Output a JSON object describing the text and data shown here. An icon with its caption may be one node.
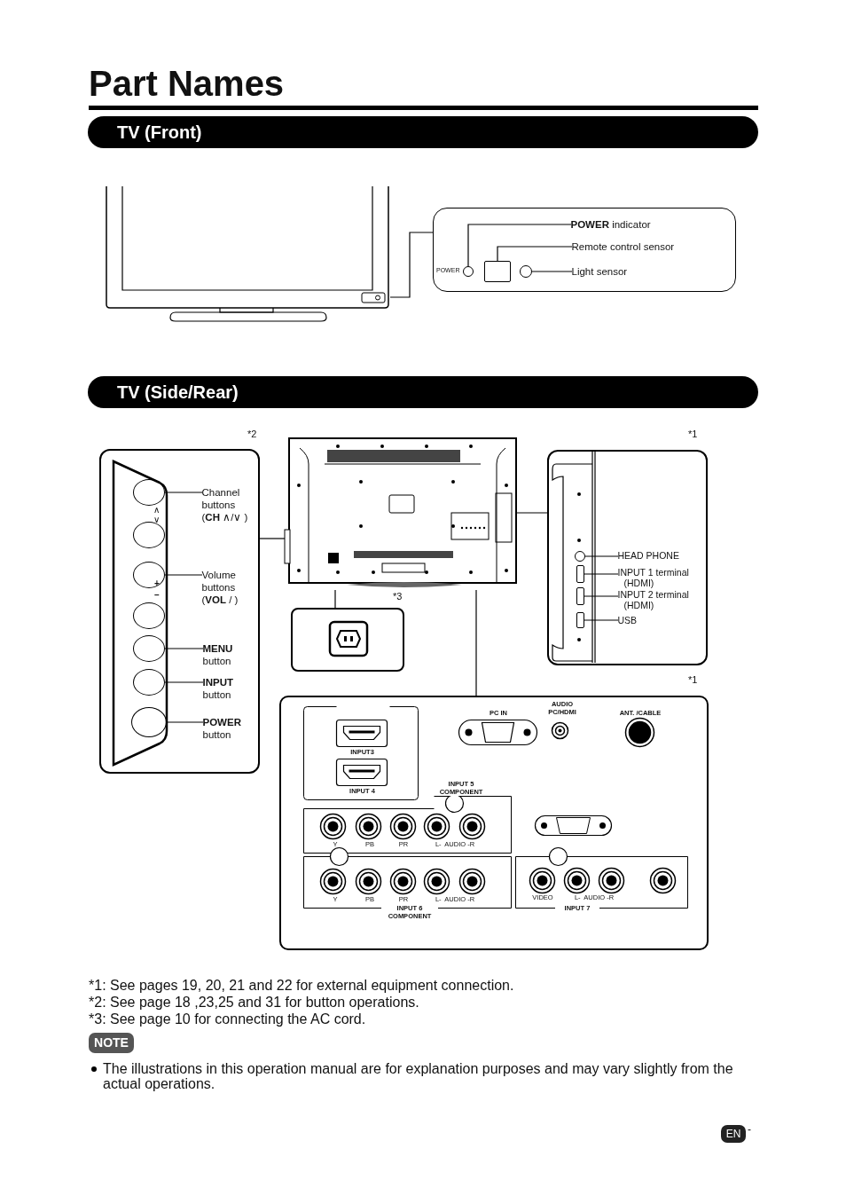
{
  "diagram": {
    "title": "Part Names",
    "nodes": [
      {
        "text": [],
        "shape": "picture"
      },
      {
        "text": [],
        "shape": "box"
      },
      {
        "text": [
          "**POWER** indicator"
        ],
        "in": 1
      },
      {
        "text": [],
        "shape": "circle",
        "in": 1
      },
      {
        "text": [
          "Remote control sensor"
        ],
        "in": 1
      },
      {
        "text": [],
        "shape": "box",
        "in": 1
      },
      {
        "text": [
          "Light sensor"
        ],
        "in": 1
      },
      {
        "text": [],
        "shape": "circle",
        "in": 1
      },
      {
        "text": [],
        "shape": "box"
      },
      {
        "text": [],
        "shape": "circle",
        "in": 8
      },
      {
        "text": [],
        "shape": "circle",
        "in": 8
      },
      {
        "text": [],
        "shape": "circle",
        "in": 8
      },
      {
        "text": [],
        "shape": "circle",
        "in": 8
      },
      {
        "text": [],
        "shape": "circle",
        "in": 8
      },
      {
        "text": [],
        "shape": "circle",
        "in": 8
      },
      {
        "text": [],
        "shape": "circle",
        "in": 8
      },
      {
        "text": [
          "Channel buttons (**CH** ∧/∨ )"
        ],
        "in": 8
      },
      {
        "text": [
          "Volume buttons (**VOL** / )"
        ],
        "in": 8
      },
      {
        "text": [
          "**MENU** button"
        ],
        "in": 8
      },
      {
        "text": [
          "**INPUT** button"
        ],
        "in": 8
      },
      {
        "text": [
          "**POWER** button"
        ],
        "in": 8
      },
      {
        "text": [],
        "shape": "picture"
      },
      {
        "text": [],
        "shape": "box"
      },
      {
        "text": [],
        "shape": "box"
      },
      {
        "text": [],
        "shape": "circle",
        "in": 23
      },
      {
        "text": [],
        "shape": "box",
        "in": 23
      },
      {
        "text": [],
        "shape": "box",
        "in": 23
      },
      {
        "text": [],
        "shape": "box",
        "in": 23
      },
      {
        "text": [
          "HEAD PHONE"
        ],
        "in": 23
      },
      {
        "text": [
          "INPUT 1 terminal (HDMI)"
        ],
        "in": 23
      },
      {
        "text": [
          "INPUT 2 terminal (HDMI)"
        ],
        "in": 23
      },
      {
        "text": [
          "USB"
        ],
        "in": 23
      },
      {
        "text": [],
        "shape": "box"
      }
    ],
    "edges": [
      {
        "from": 0,
        "to": 1,
        "arrow": "none"
      },
      {
        "from": 2,
        "to": 3,
        "arrow": "none"
      },
      {
        "from": 4,
        "to": 5,
        "arrow": "none"
      },
      {
        "from": 6,
        "to": 7,
        "arrow": "none"
      },
      {
        "from": 16,
        "to": 9,
        "arrow": "none"
      },
      {
        "from": 17,
        "to": 11,
        "arrow": "none"
      },
      {
        "from": 18,
        "to": 13,
        "arrow": "none"
      },
      {
        "from": 19,
        "to": 14,
        "arrow": "none"
      },
      {
        "from": 20,
        "to": 15,
        "arrow": "none"
      },
      {
        "from": 8,
        "to": 21,
        "arrow": "none"
      },
      {
        "from": 21,
        "to": 22,
        "arrow": "none"
      },
      {
        "from": 21,
        "to": 23,
        "arrow": "none"
      },
      {
        "from": 21,
        "to": 32,
        "arrow": "none"
      },
      {
        "from": 28,
        "to": 24,
        "arrow": "none"
      },
      {
        "from": 29,
        "to": 25,
        "arrow": "none"
      },
      {
        "from": 30,
        "to": 26,
        "arrow": "none"
      },
      {
        "from": 31,
        "to": 27,
        "arrow": "none"
      }
    ],
    "labels": [
      "TV (Front)",
      "POWER",
      "TV (Side/Rear)",
      "*2",
      "*1",
      "∧",
      "∨",
      "+",
      "–",
      "*3",
      "*1",
      "INPUT3",
      "INPUT 4",
      "PC IN",
      "AUDIO PC/HDMI",
      "ANT. /CABLE",
      "INPUT 5 COMPONENT",
      "Y",
      "PB",
      "PR",
      "L-  AUDIO -R",
      "Y",
      "PB",
      "PR",
      "L-  AUDIO -R",
      "INPUT 6 COMPONENT",
      "VIDEO",
      "L-  AUDIO -R",
      "INPUT 7",
      "*1: See pages 19, 20, 21 and 22 for external equipment connection.",
      "*2: See page 18 ,23,25 and 31 for button operations.",
      "*3: See page 10 for connecting the AC cord.",
      "NOTE",
      "The illustrations in this operation manual are for explanation purposes and may vary slightly from the actual operations.",
      "EN",
      "-"
    ]
  }
}
